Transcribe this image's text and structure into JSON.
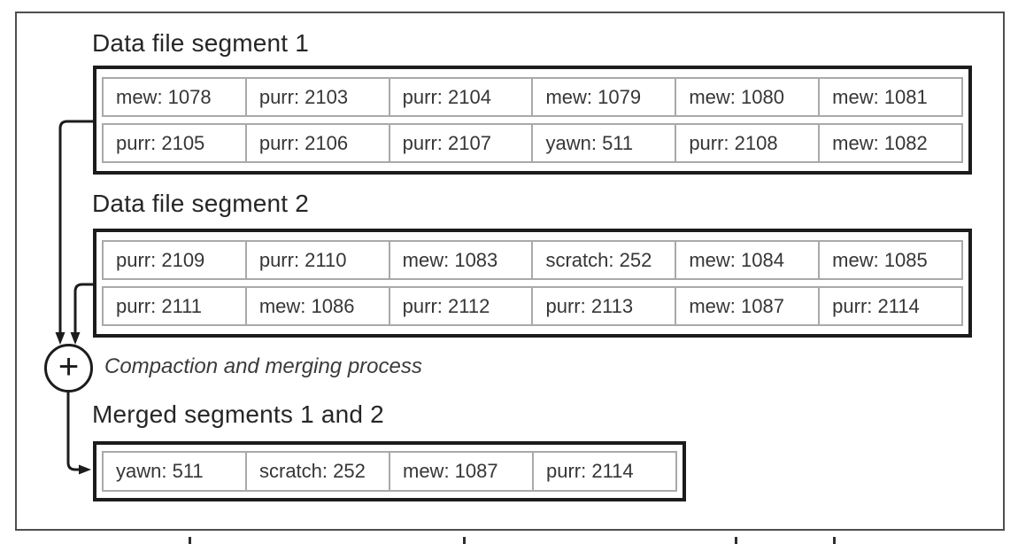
{
  "colors": {
    "ink": "#1c1c1c",
    "frame_border": "#4e4e4e",
    "cell_border": "#a9a9a9",
    "text": "#363636"
  },
  "segment1": {
    "title": "Data file segment 1",
    "rows": [
      [
        "mew: 1078",
        "purr: 2103",
        "purr: 2104",
        "mew: 1079",
        "mew: 1080",
        "mew: 1081"
      ],
      [
        "purr: 2105",
        "purr: 2106",
        "purr: 2107",
        "yawn: 511",
        "purr: 2108",
        "mew: 1082"
      ]
    ]
  },
  "segment2": {
    "title": "Data file segment 2",
    "rows": [
      [
        "purr: 2109",
        "purr: 2110",
        "mew: 1083",
        "scratch: 252",
        "mew: 1084",
        "mew: 1085"
      ],
      [
        "purr: 2111",
        "mew: 1086",
        "purr: 2112",
        "purr: 2113",
        "mew: 1087",
        "purr: 2114"
      ]
    ]
  },
  "merge": {
    "operator": "+",
    "label": "Compaction and merging process"
  },
  "merged": {
    "title": "Merged segments 1 and 2",
    "row": [
      "yawn: 511",
      "scratch: 252",
      "mew: 1087",
      "purr: 2114"
    ]
  }
}
